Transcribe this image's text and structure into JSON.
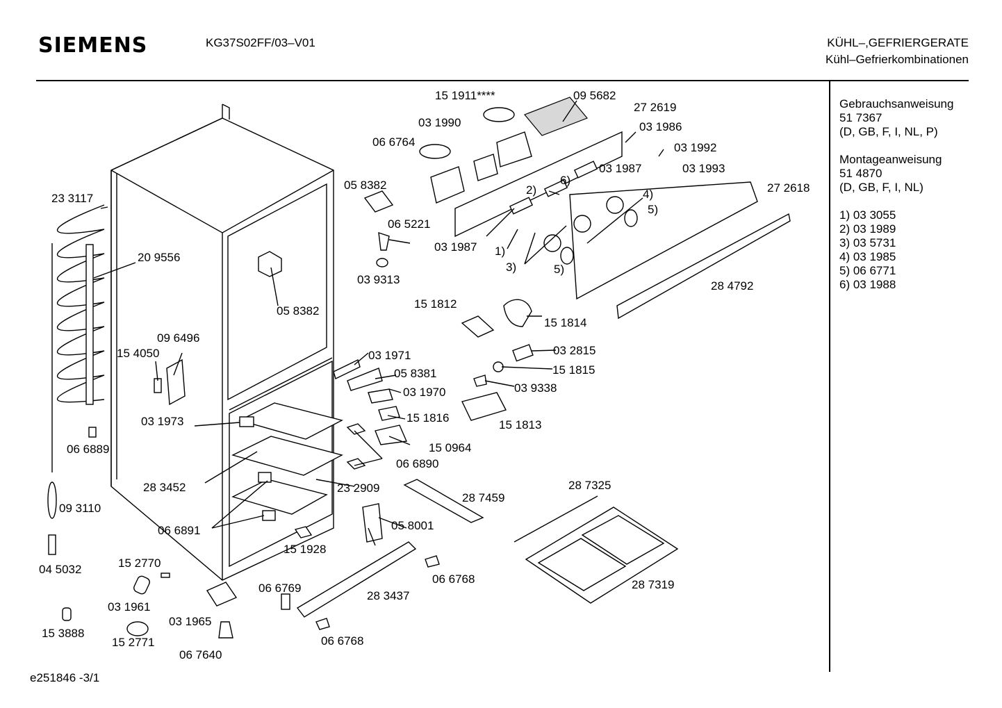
{
  "header": {
    "brand": "SIEMENS",
    "model": "KG37S02FF/03–V01",
    "category_line1": "KÜHL–,GEFRIERGERATE",
    "category_line2": "Kühl–Gefrierkombinationen"
  },
  "sidebar": {
    "gebrauch_title": "Gebrauchsanweisung",
    "gebrauch_number": "51 7367",
    "gebrauch_langs": "(D, GB, F, I, NL, P)",
    "montage_title": "Montageanweisung",
    "montage_number": "51 4870",
    "montage_langs": "(D, GB, F, I, NL)",
    "notes": [
      "1) 03 3055",
      "2) 03 1989",
      "3) 03 5731",
      "4) 03 1985",
      "5) 06 6771",
      "6) 03 1988"
    ]
  },
  "diagram": {
    "labels": [
      "15 1911****",
      "09 5682",
      "27 2619",
      "03 1990",
      "03 1986",
      "06 6764",
      "03 1992",
      "03 1987",
      "03 1993",
      "6)",
      "2)",
      "4)",
      "5)",
      "05 8382",
      "06 5221",
      "03 1987",
      "1)",
      "3)",
      "5)",
      "27 2618",
      "23 3117",
      "20 9556",
      "03 9313",
      "28 4792",
      "05 8382",
      "15 1812",
      "15 1814",
      "09 6496",
      "15 4050",
      "03 1971",
      "05 8381",
      "03 2815",
      "15 1815",
      "03 1970",
      "03 9338",
      "15 1816",
      "15 1813",
      "03 1973",
      "06 6889",
      "15 0964",
      "06 6890",
      "28 3452",
      "23 2909",
      "28 7325",
      "28 7459",
      "09 3110",
      "05 8001",
      "06 6891",
      "15 1928",
      "15 2770",
      "04 5032",
      "06 6768",
      "28 7319",
      "06 6769",
      "03 1961",
      "28 3437",
      "03 1965",
      "15 3888",
      "15 2771",
      "06 6768",
      "06 7640"
    ]
  },
  "footer": {
    "code": "e251846   -3/1"
  }
}
